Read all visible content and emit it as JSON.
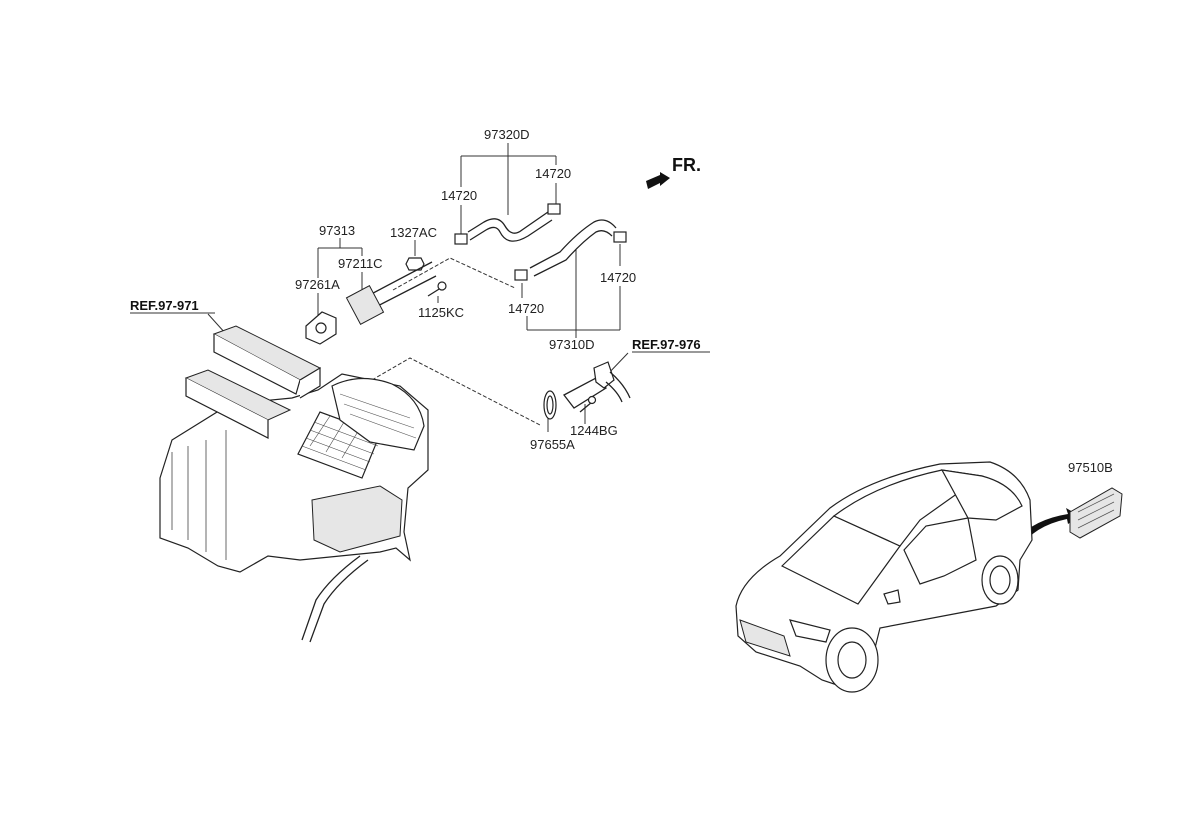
{
  "labels": {
    "p97320D": "97320D",
    "p14720_a": "14720",
    "p14720_b": "14720",
    "p14720_c": "14720",
    "p14720_d": "14720",
    "p97313": "97313",
    "p1327AC": "1327AC",
    "p97211C": "97211C",
    "p97261A": "97261A",
    "p1125KC": "1125KC",
    "p97310D": "97310D",
    "p1244BG": "1244BG",
    "p97655A": "97655A",
    "p97510B": "97510B"
  },
  "refs": {
    "ref_97_971": "REF.97-971",
    "ref_97_976": "REF.97-976"
  },
  "direction": {
    "fr": "FR."
  }
}
